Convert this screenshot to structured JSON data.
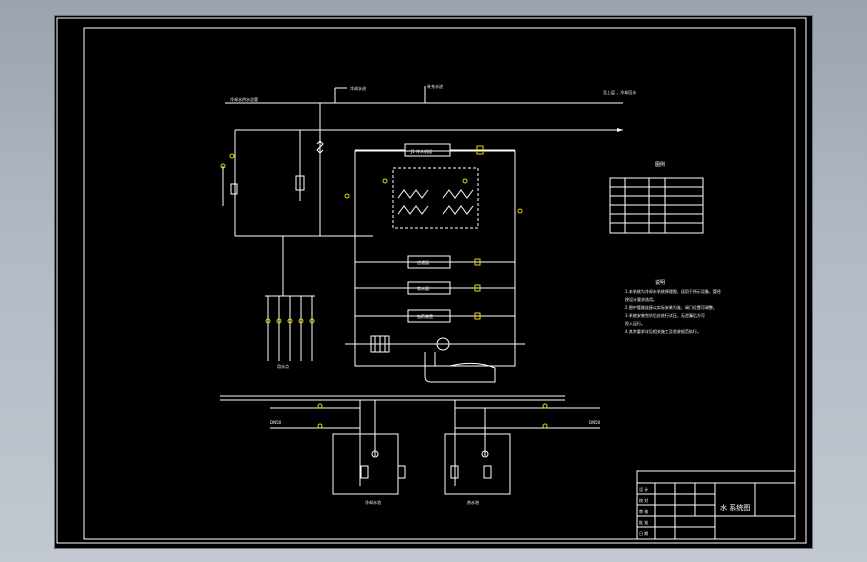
{
  "drawing": {
    "title_block": {
      "title": "水 系统图",
      "small_labels": [
        "设 计",
        "校 对",
        "审 核",
        "批 准",
        "日 期"
      ]
    },
    "legend": {
      "header": "图例",
      "rows": 6
    },
    "notes": {
      "header": "说明",
      "lines": [
        "1.本系统为冷却水系统原理图，适用于所示设备，管径",
        "  按设计要求选用。",
        "2.图中管路连接以实际安装为准，阀门位置可调整。",
        "3.系统安装完毕后应进行试压，无泄漏后方可",
        "  投入运行。",
        "4.其余要求详见相关施工及验收规范执行。"
      ]
    },
    "labels": {
      "main_supply": "冷却水供水总管",
      "return_main": "至上层 ，冷却回水",
      "left_tank": "冷却水池",
      "right_tank": "热水池",
      "in_left": "DN50",
      "in_right": "DN50"
    },
    "colors": {
      "sheet": "#000000",
      "line": "#ffffff",
      "valve_accent": "#e8d800",
      "background": "#b3bac4"
    }
  }
}
